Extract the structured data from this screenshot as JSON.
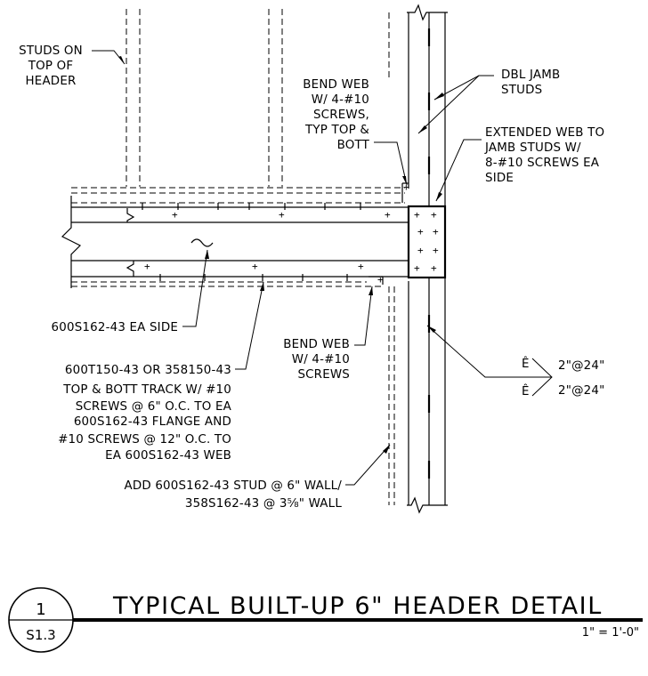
{
  "notes": {
    "studs_on_header": [
      "STUDS ON",
      "TOP OF",
      "HEADER"
    ],
    "bend_web_top": [
      "BEND WEB",
      "W/ 4-#10",
      "SCREWS,",
      "TYP TOP &",
      "BOTT"
    ],
    "dbl_jamb": [
      "DBL JAMB",
      "STUDS"
    ],
    "extended_web": [
      "EXTENDED WEB TO",
      "JAMB STUDS W/",
      "8-#10 SCREWS EA",
      "SIDE"
    ],
    "header_member": [
      "600S162-43 EA SIDE"
    ],
    "bend_web_bottom": [
      "BEND WEB",
      "W/ 4-#10",
      "SCREWS"
    ],
    "track": [
      "600T150-43 OR 358150-43",
      "TOP & BOTT TRACK W/ #10",
      "SCREWS @ 6\" O.C. TO EA",
      "600S162-43 FLANGE AND",
      "#10 SCREWS @ 12\" O.C. TO",
      "EA 600S162-43 WEB"
    ],
    "add_stud": [
      "ADD 600S162-43 STUD @ 6\" WALL/",
      "358S162-43 @ 3⅝\" WALL"
    ]
  },
  "weld_symbols": {
    "symbol_1": "2\"@24\"",
    "symbol_2": "2\"@24\""
  },
  "title_block": {
    "detail_number": "1",
    "sheet_number": "S1.3",
    "title": "TYPICAL BUILT-UP 6\" HEADER DETAIL",
    "scale": "1\" = 1'-0\""
  }
}
